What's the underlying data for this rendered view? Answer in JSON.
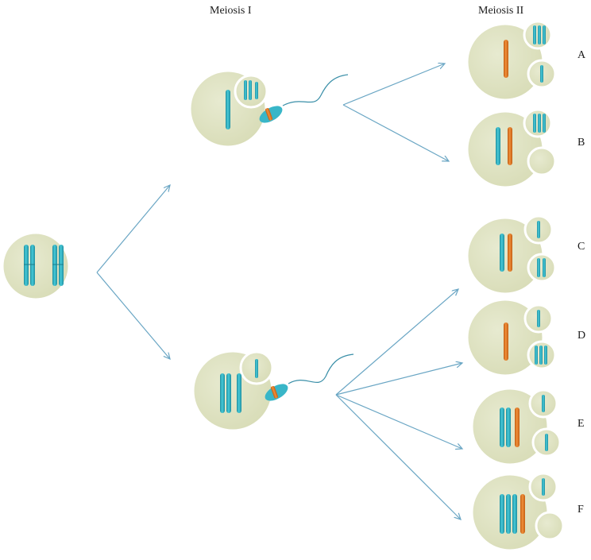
{
  "headings": {
    "meiosis_1": "Meiosis I",
    "meiosis_2": "Meiosis II"
  },
  "options": [
    "A",
    "B",
    "C",
    "D",
    "E",
    "F"
  ],
  "colors": {
    "cytoplasm": "#dfe3c3",
    "cell_outline": "#ffffff",
    "chromosome_blue": "#2fb2c3",
    "chromosome_orange": "#e27a25",
    "arrow": "#6aa6c4",
    "sperm_head": "#39b6c8"
  },
  "icons": {
    "parent_cell": "cell-with-two-homologous-pairs",
    "sperm": "sperm-with-chromosome",
    "polar_body": "polar-body-circle"
  }
}
